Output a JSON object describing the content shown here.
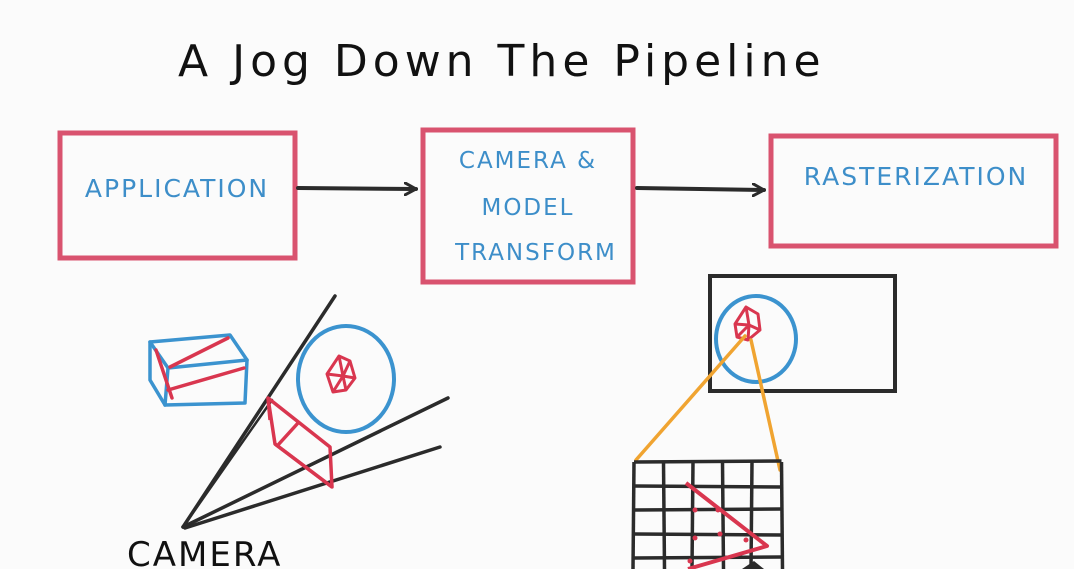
{
  "title": "A Jog Down The Pipeline",
  "stages": [
    {
      "lines": [
        "Application"
      ]
    },
    {
      "lines": [
        "Camera &",
        "model",
        "transform"
      ]
    },
    {
      "lines": [
        "Rasterization"
      ]
    }
  ],
  "camera_label": "Camera",
  "colors": {
    "ink": "#111111",
    "box_outline": "#d9536f",
    "box_text": "#3d8ec9",
    "object_red": "#d9364f",
    "bounding_blue": "#3b93cf",
    "projection_orange": "#f0a431"
  },
  "grid": {
    "rows": 5,
    "cols": 5
  }
}
